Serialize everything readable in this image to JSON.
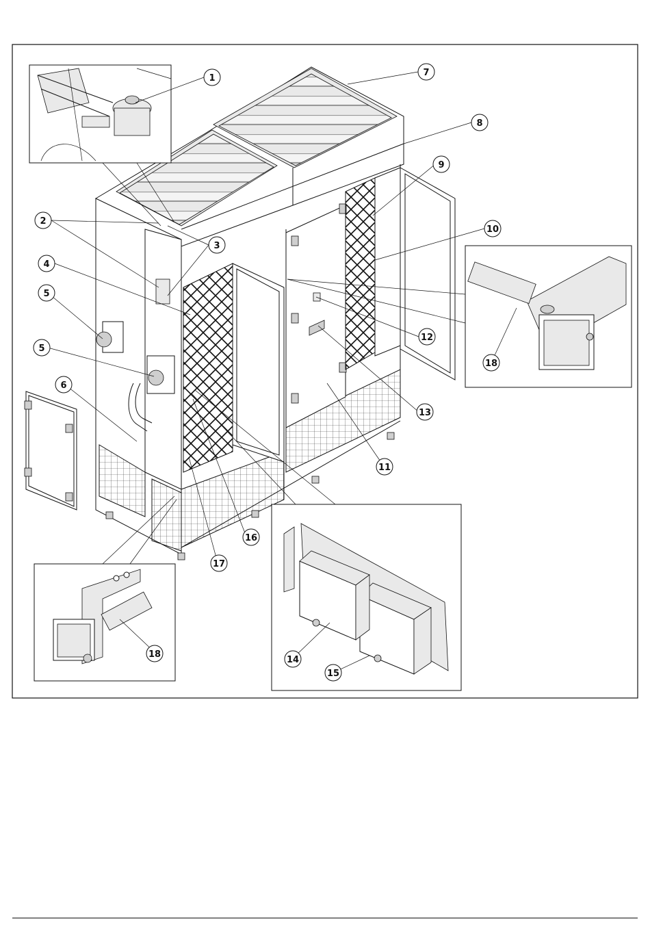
{
  "figure": {
    "callouts": [
      {
        "id": "c1",
        "label": "1"
      },
      {
        "id": "c2",
        "label": "2"
      },
      {
        "id": "c3",
        "label": "3"
      },
      {
        "id": "c4",
        "label": "4"
      },
      {
        "id": "c5a",
        "label": "5"
      },
      {
        "id": "c5b",
        "label": "5"
      },
      {
        "id": "c6",
        "label": "6"
      },
      {
        "id": "c7",
        "label": "7"
      },
      {
        "id": "c8",
        "label": "8"
      },
      {
        "id": "c9",
        "label": "9"
      },
      {
        "id": "c10",
        "label": "10"
      },
      {
        "id": "c11",
        "label": "11"
      },
      {
        "id": "c12",
        "label": "12"
      },
      {
        "id": "c13",
        "label": "13"
      },
      {
        "id": "c14",
        "label": "14"
      },
      {
        "id": "c15",
        "label": "15"
      },
      {
        "id": "c16",
        "label": "16"
      },
      {
        "id": "c17",
        "label": "17"
      },
      {
        "id": "c18a",
        "label": "18"
      },
      {
        "id": "c18b",
        "label": "18"
      }
    ]
  }
}
